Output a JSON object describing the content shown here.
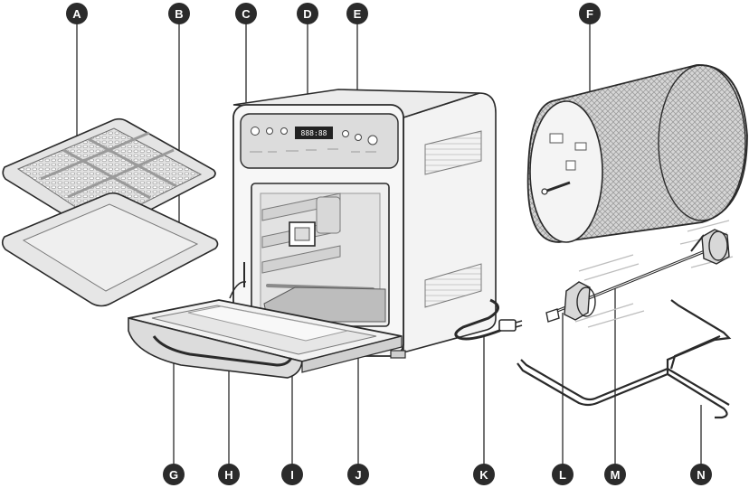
{
  "diagram": {
    "labels": {
      "A": "A",
      "B": "B",
      "C": "C",
      "D": "D",
      "E": "E",
      "F": "F",
      "G": "G",
      "H": "H",
      "I": "I",
      "J": "J",
      "K": "K",
      "L": "L",
      "M": "M",
      "N": "N"
    },
    "display": "888:88",
    "colors": {
      "outline": "#2a2a2a",
      "marker": "#2b2b2b",
      "panel": "#dcdcdc",
      "shade": "#e8e8e8",
      "dark": "#222222"
    }
  }
}
